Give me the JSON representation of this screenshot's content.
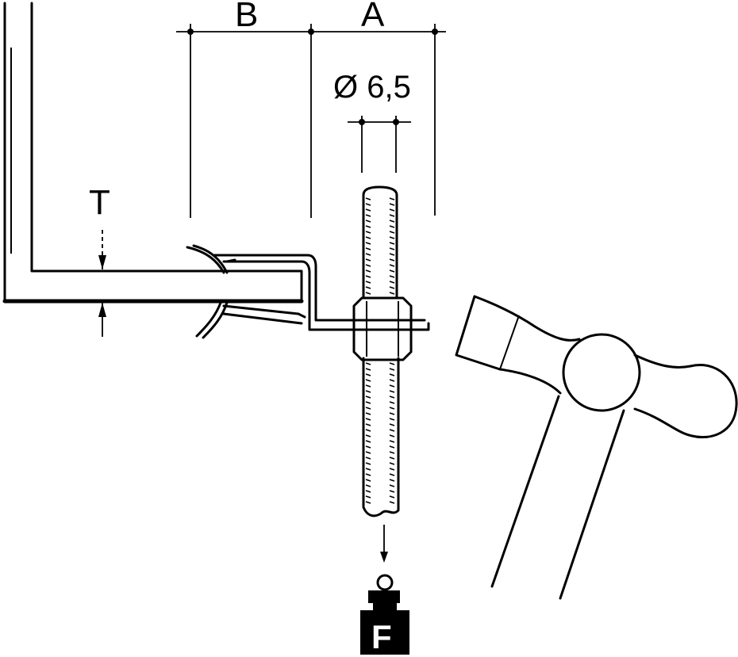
{
  "labels": {
    "dim_b": "B",
    "dim_a": "A",
    "diameter": "Ø 6,5",
    "thickness": "T",
    "weight": "F"
  }
}
